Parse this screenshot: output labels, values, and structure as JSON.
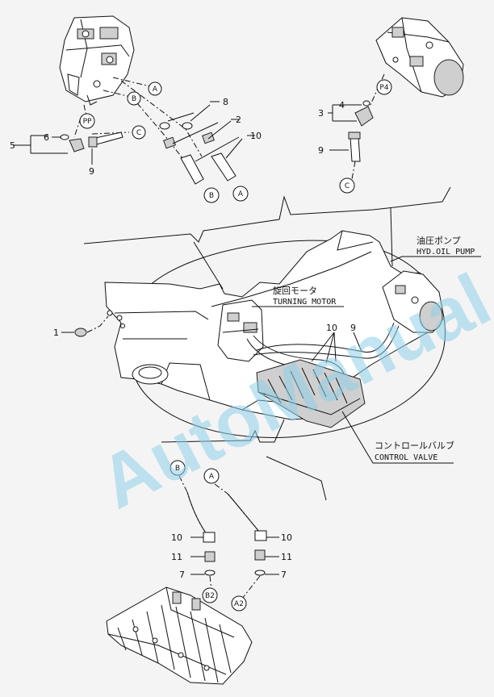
{
  "callouts": {
    "c1": "1",
    "c2": "2",
    "c3": "3",
    "c4": "4",
    "c5": "5",
    "c6": "6",
    "c7a": "7",
    "c7b": "7",
    "c8": "8",
    "c9a": "9",
    "c9b": "9",
    "c9c": "9",
    "c10a": "10",
    "c10b": "10",
    "c10c": "10",
    "c11a": "11",
    "c11b": "11"
  },
  "circle_refs": {
    "a_top": "A",
    "b_top": "B",
    "c_top": "C",
    "pp": "PP",
    "b_hose": "B",
    "a_hose": "A",
    "p4": "P4",
    "c_pump": "C",
    "b_lower": "B",
    "a_lower": "A",
    "b2": "B2",
    "a2": "A2"
  },
  "labels": {
    "pump_jp": "油圧ポンプ",
    "pump_en": "HYD.OIL PUMP",
    "motor_jp": "旋回モータ",
    "motor_en": "TURNING MOTOR",
    "valve_jp": "コントロールバルブ",
    "valve_en": "CONTROL VALVE"
  },
  "watermark": "AutoManual",
  "colors": {
    "line": "#111111",
    "background": "#f4f4f4",
    "watermark": "#8fd0ea"
  }
}
